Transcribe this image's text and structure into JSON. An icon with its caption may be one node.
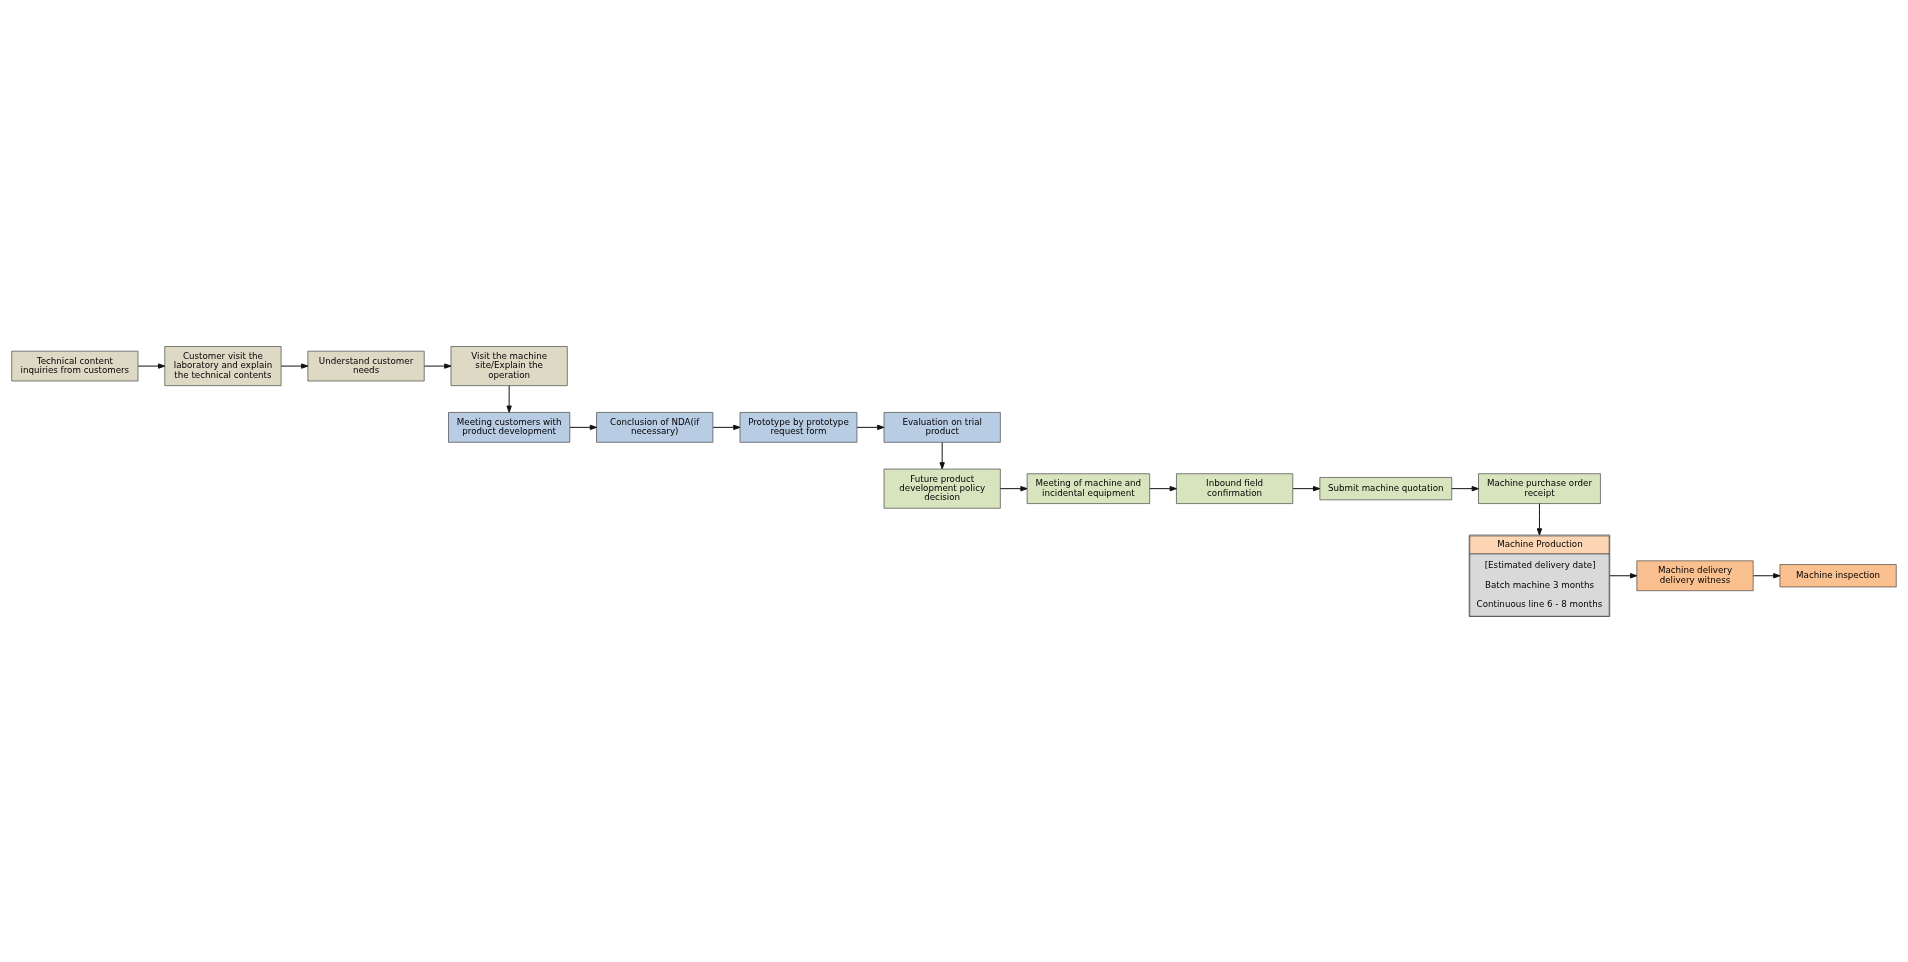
{
  "diagram": {
    "nodes": [
      {
        "text": [
          "Technical content inquiries from customers"
        ]
      },
      {
        "text": [
          "Customer visit the laboratory and explain the technical contents"
        ]
      },
      {
        "text": [
          "Understand customer needs"
        ]
      },
      {
        "text": [
          "Visit the machine site/Explain the operation"
        ]
      },
      {
        "text": [
          "Meeting customers with product development"
        ]
      },
      {
        "text": [
          "Conclusion of NDA(if necessary)"
        ]
      },
      {
        "text": [
          "Prototype by prototype request form"
        ]
      },
      {
        "text": [
          "Evaluation on trial product"
        ]
      },
      {
        "text": [
          "Future product development policy decision"
        ]
      },
      {
        "text": [
          "Meeting of machine and incidental equipment"
        ]
      },
      {
        "text": [
          "Inbound field confirmation"
        ]
      },
      {
        "text": [
          "Submit machine quotation"
        ]
      },
      {
        "text": [
          "Machine purchase order receipt"
        ]
      },
      {
        "text": [
          "Machine Production",
          "[Estimated delivery date]",
          "Batch machine 3 months",
          "Continuous line 6 - 8 months"
        ]
      },
      {
        "text": [
          "Machine delivery delivery witness"
        ]
      },
      {
        "text": [
          "Machine inspection"
        ]
      }
    ],
    "edges": [
      {
        "from": 0,
        "to": 1,
        "arrow": "to"
      },
      {
        "from": 1,
        "to": 2,
        "arrow": "to"
      },
      {
        "from": 2,
        "to": 3,
        "arrow": "to"
      },
      {
        "from": 3,
        "to": 4,
        "arrow": "to"
      },
      {
        "from": 4,
        "to": 5,
        "arrow": "to"
      },
      {
        "from": 5,
        "to": 6,
        "arrow": "to"
      },
      {
        "from": 6,
        "to": 7,
        "arrow": "to"
      },
      {
        "from": 7,
        "to": 8,
        "arrow": "to"
      },
      {
        "from": 8,
        "to": 9,
        "arrow": "to"
      },
      {
        "from": 9,
        "to": 10,
        "arrow": "to"
      },
      {
        "from": 10,
        "to": 11,
        "arrow": "to"
      },
      {
        "from": 11,
        "to": 12,
        "arrow": "to"
      },
      {
        "from": 12,
        "to": 13,
        "arrow": "to"
      },
      {
        "from": 13,
        "to": 14,
        "arrow": "to"
      },
      {
        "from": 14,
        "to": 15,
        "arrow": "to"
      }
    ]
  }
}
